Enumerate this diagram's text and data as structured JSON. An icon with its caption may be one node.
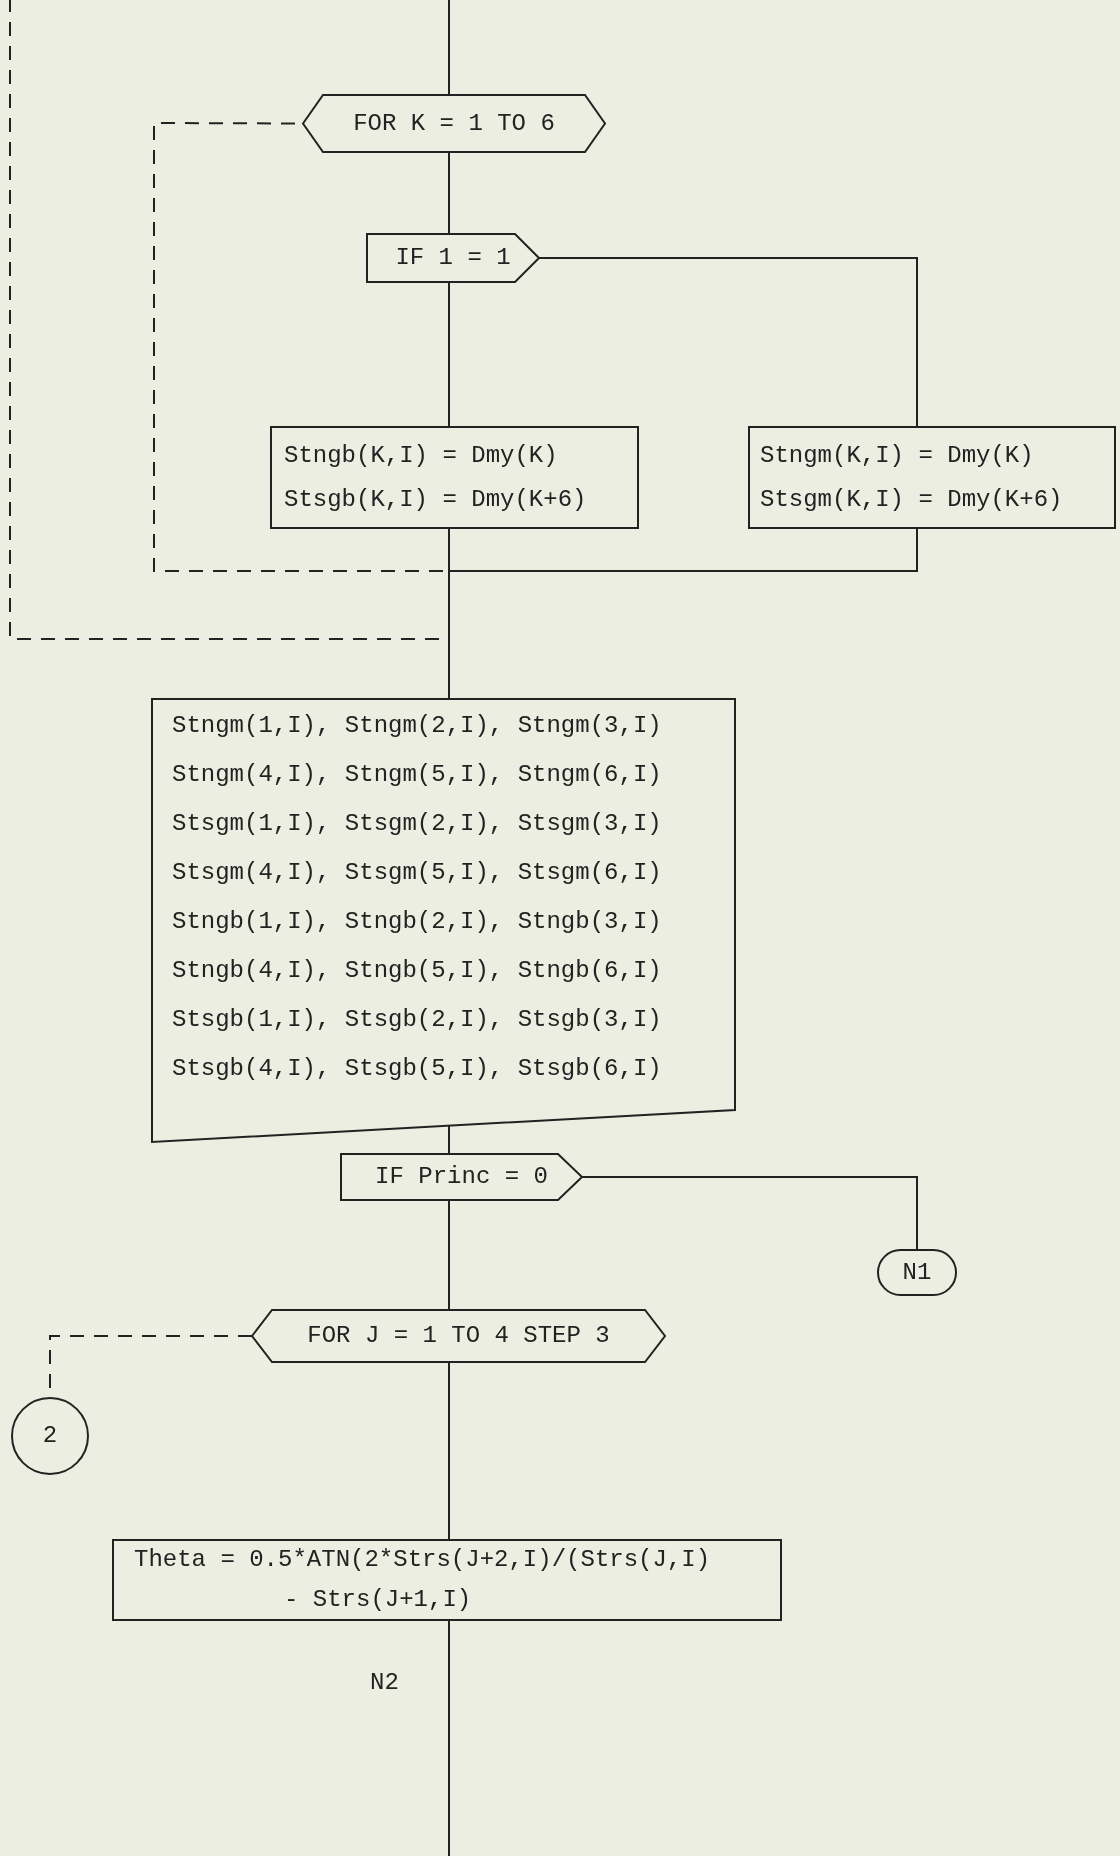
{
  "diagram": {
    "nodes": [
      {
        "text": [
          "FOR K = 1 TO 6"
        ]
      },
      {
        "text": [
          "IF 1 = 1"
        ]
      },
      {
        "text": [
          "Stngb(K,I) = Dmy(K)",
          "Stsgb(K,I) = Dmy(K+6)"
        ]
      },
      {
        "text": [
          "Stngm(K,I) = Dmy(K)",
          "Stsgm(K,I) = Dmy(K+6)"
        ]
      },
      {
        "text": [
          "Stngm(1,I), Stngm(2,I), Stngm(3,I)",
          "Stngm(4,I), Stngm(5,I), Stngm(6,I)",
          "Stsgm(1,I), Stsgm(2,I), Stsgm(3,I)",
          "Stsgm(4,I), Stsgm(5,I), Stsgm(6,I)",
          "Stngb(1,I), Stngb(2,I), Stngb(3,I)",
          "Stngb(4,I), Stngb(5,I), Stngb(6,I)",
          "Stsgb(1,I), Stsgb(2,I), Stsgb(3,I)",
          "Stsgb(4,I), Stsgb(5,I), Stsgb(6,I)"
        ]
      },
      {
        "text": [
          "IF Princ = 0"
        ]
      },
      {
        "text": [
          "N1"
        ]
      },
      {
        "text": [
          "FOR J = 1 TO 4 STEP 3"
        ]
      },
      {
        "text": [
          "2"
        ]
      },
      {
        "text": [
          "Theta = 0.5*ATN(2*Strs(J+2,I)/(Strs(J,I) - Strs(J+1,I)"
        ]
      }
    ],
    "edges": [
      {
        "from": null,
        "to": 0,
        "arrow": "none"
      },
      {
        "from": 0,
        "to": 1,
        "arrow": "none"
      },
      {
        "from": 1,
        "to": 2,
        "arrow": "none"
      },
      {
        "from": 1,
        "to": 3,
        "arrow": "none"
      },
      {
        "from": 2,
        "to": 4,
        "arrow": "none"
      },
      {
        "from": 3,
        "to": 4,
        "arrow": "none"
      },
      {
        "from": 2,
        "to": 0,
        "arrow": "none",
        "style": "dashed"
      },
      {
        "from": 2,
        "to": null,
        "arrow": "none",
        "style": "dashed"
      },
      {
        "from": 4,
        "to": 5,
        "arrow": "none"
      },
      {
        "from": 5,
        "to": 6,
        "arrow": "none"
      },
      {
        "from": 5,
        "to": 7,
        "arrow": "none"
      },
      {
        "from": 7,
        "to": 8,
        "arrow": "none",
        "style": "dashed"
      },
      {
        "from": 7,
        "to": 9,
        "arrow": "none"
      },
      {
        "from": 9,
        "to": null,
        "arrow": "none"
      }
    ],
    "labels": [
      "N2"
    ]
  }
}
